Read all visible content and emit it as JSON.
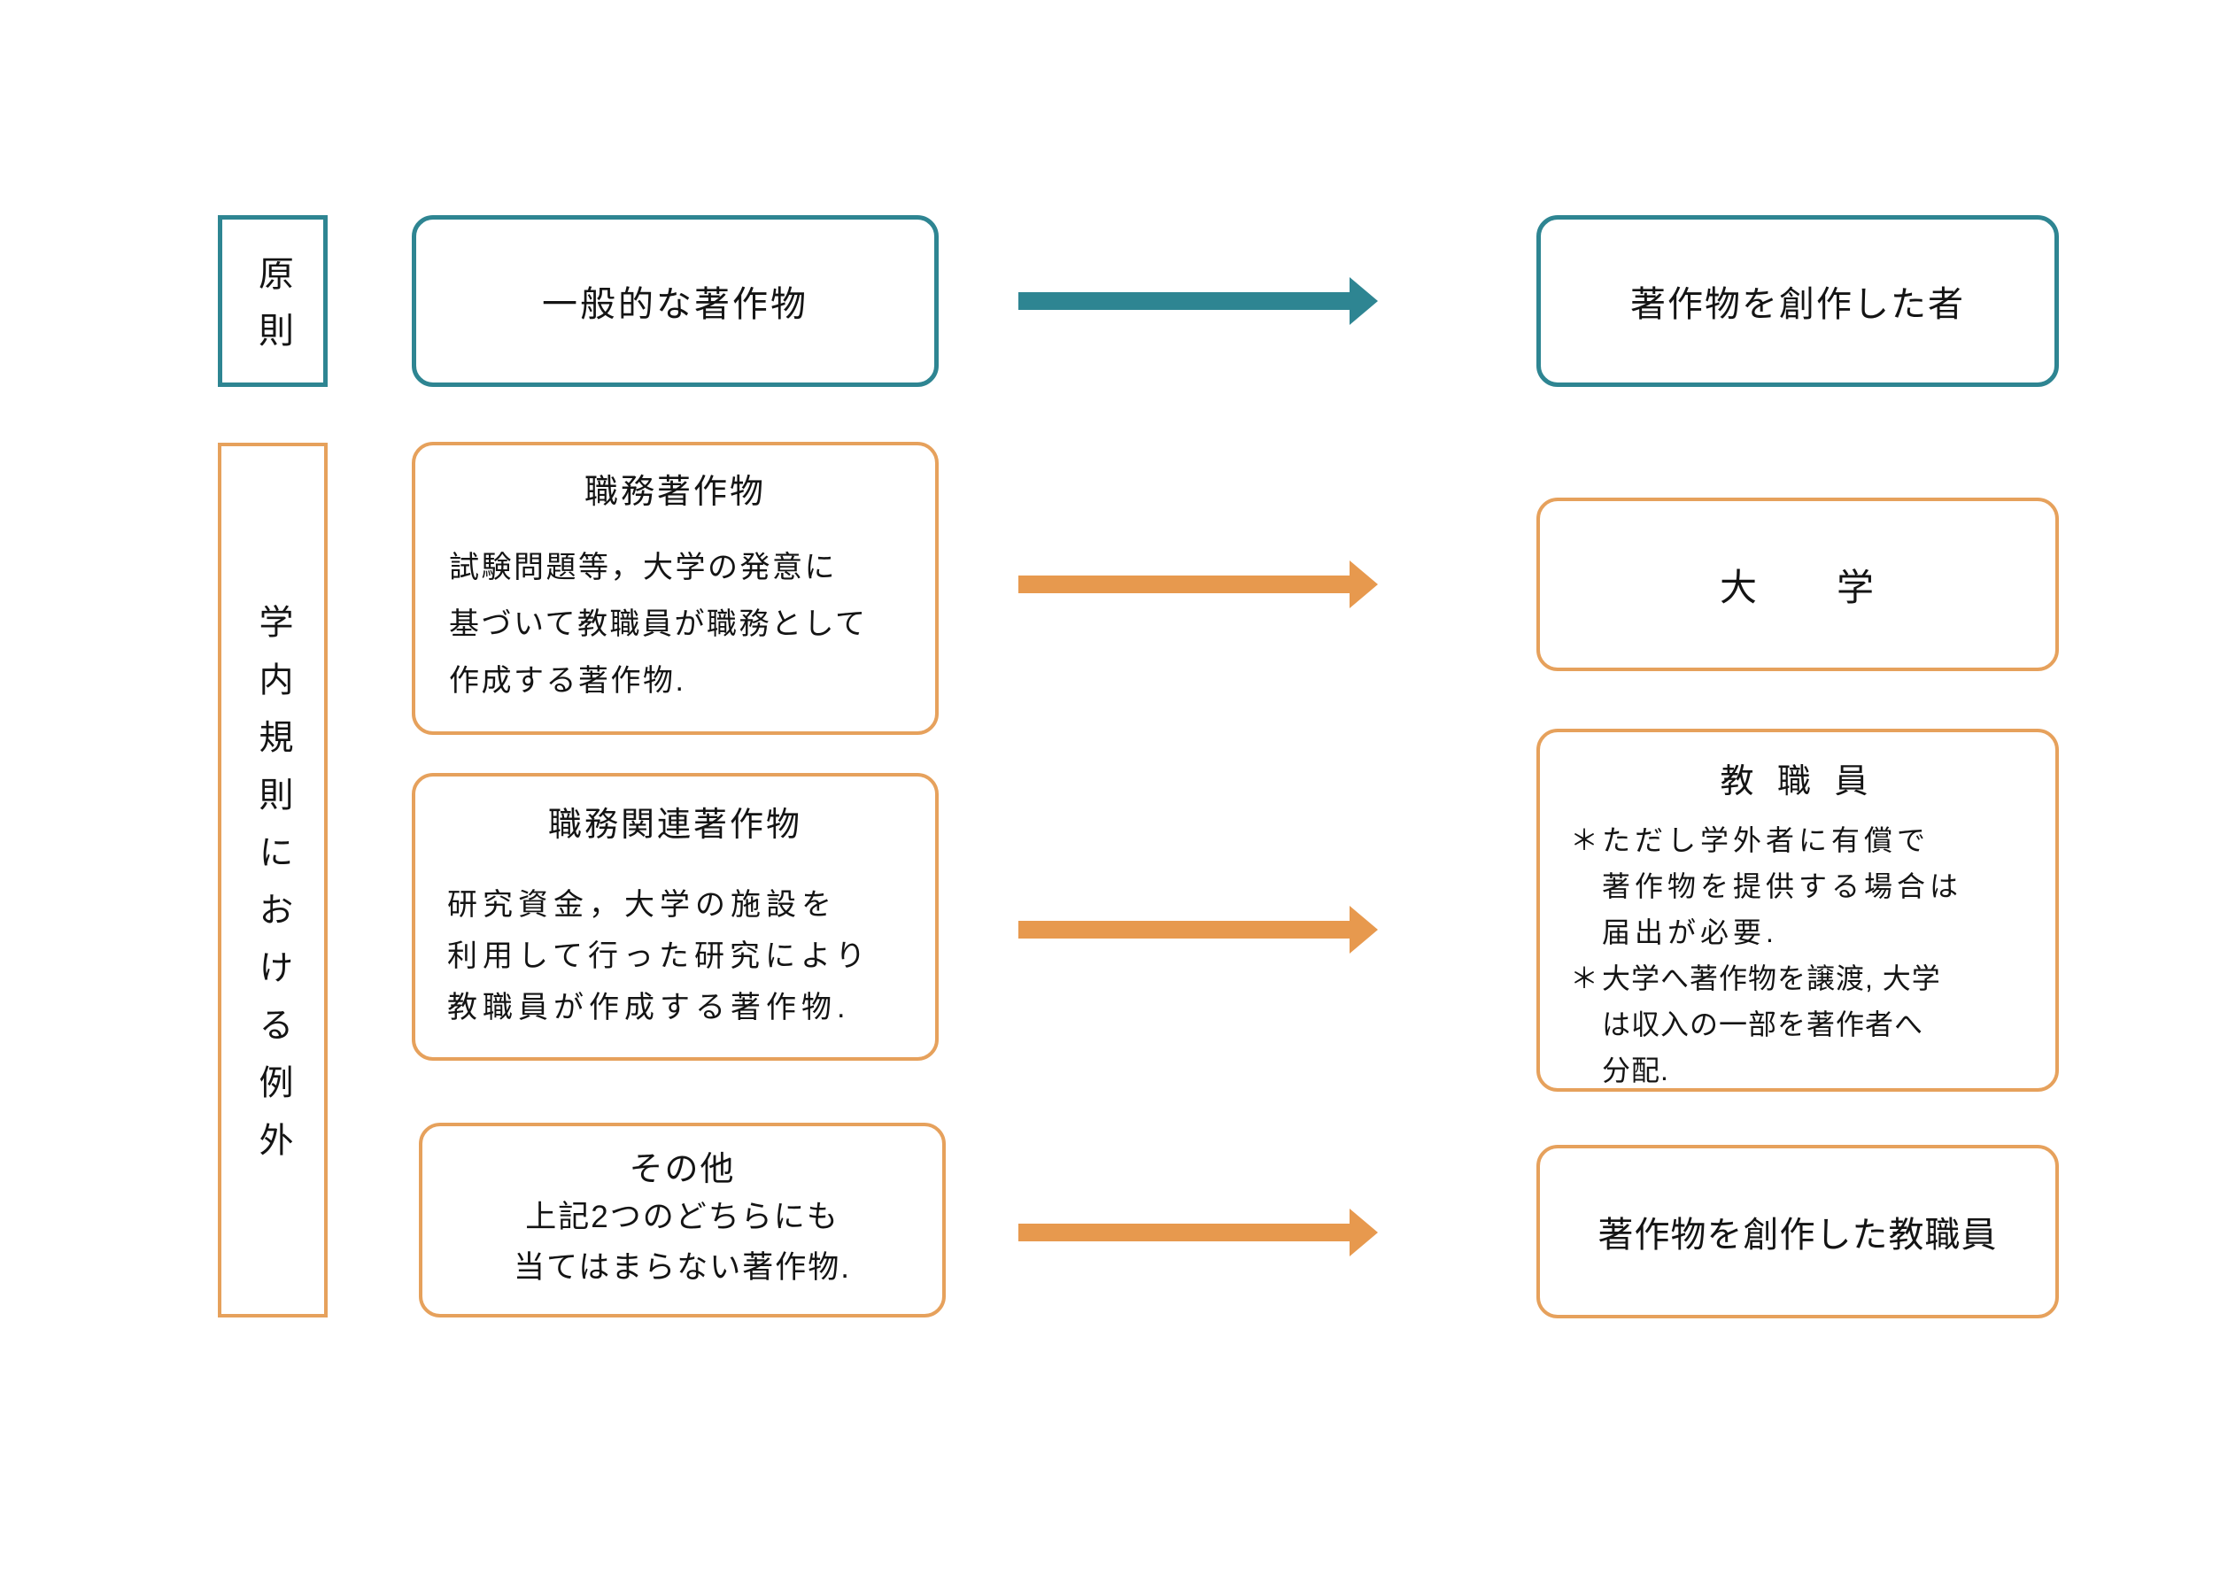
{
  "colors": {
    "teal": "#2E8592",
    "orange_border": "#E6A15C",
    "orange_arrow": "#E7994E",
    "teal_arrow": "#2E8592",
    "text": "#141414",
    "background": "#FFFFFF"
  },
  "row1": {
    "label": "原則",
    "source": "一般的な著作物",
    "target": "著作物を創作した者"
  },
  "exception": {
    "label": "学内規則における例外"
  },
  "row2": {
    "source_title": "職務著作物",
    "source_body": [
      "試験問題等，大学の発意に",
      "基づいて教職員が職務として",
      "作成する著作物."
    ],
    "target": "大　　学"
  },
  "row3": {
    "source_title": "職務関連著作物",
    "source_body": [
      "研究資金，大学の施設を",
      "利用して行った研究により",
      "教職員が作成する著作物."
    ],
    "target_title": "教 職 員",
    "notes": [
      {
        "marker": "＊",
        "lines": [
          "ただし学外者に有償で",
          "著作物を提供する場合は",
          "届出が必要."
        ]
      },
      {
        "marker": "＊",
        "lines": [
          "大学へ著作物を譲渡, 大学",
          "は収入の一部を著作者へ",
          "分配."
        ]
      }
    ]
  },
  "row4": {
    "source_title": "その他",
    "source_body": [
      "上記2つのどちらにも",
      "当てはまらない著作物."
    ],
    "target": "著作物を創作した教職員"
  }
}
